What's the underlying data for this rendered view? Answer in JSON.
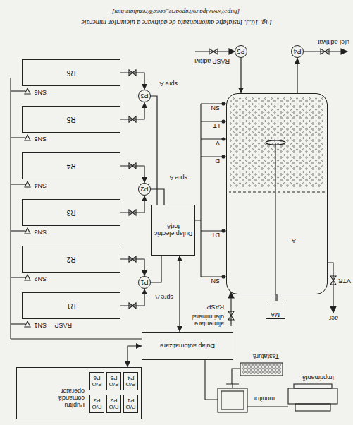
{
  "diagram": {
    "caption": "Fig. 10.3. Instalație automatizată de aditivare a uleiurilor minerale",
    "nodes": [
      {
        "text": [
          "Pupitru comandă operator"
        ]
      },
      {
        "text": [
          "P/O",
          "P1"
        ],
        "in": 0
      },
      {
        "text": [
          "P/O",
          "P2"
        ],
        "in": 0
      },
      {
        "text": [
          "P/O",
          "P3"
        ],
        "in": 0
      },
      {
        "text": [
          "P/O",
          "P4"
        ],
        "in": 0
      },
      {
        "text": [
          "P/O",
          "P5"
        ],
        "in": 0
      },
      {
        "text": [
          "P/O",
          "P6"
        ],
        "in": 0
      },
      {
        "text": [
          "Dulap automatizare"
        ]
      },
      {
        "text": [
          "Dulap electric forță"
        ]
      },
      {
        "text": [
          "R1"
        ]
      },
      {
        "text": [
          "R2"
        ]
      },
      {
        "text": [
          "R3"
        ]
      },
      {
        "text": [
          "R4"
        ]
      },
      {
        "text": [
          "R5"
        ]
      },
      {
        "text": [
          "R6"
        ]
      },
      {
        "text": [
          "P1"
        ]
      },
      {
        "text": [
          "P2"
        ]
      },
      {
        "text": [
          "P3"
        ]
      },
      {
        "text": [
          "A"
        ]
      },
      {
        "text": [
          "M",
          "A"
        ]
      },
      {
        "text": [
          "P4"
        ]
      },
      {
        "text": [
          "P5"
        ]
      }
    ],
    "edges": [
      {
        "from": 0,
        "to": 7,
        "arrow": "both"
      },
      {
        "from": 7,
        "to": 8,
        "arrow": "both"
      },
      {
        "from": 9,
        "to": 15,
        "arrow": "to"
      },
      {
        "from": 10,
        "to": 15,
        "arrow": "to"
      },
      {
        "from": 11,
        "to": 16,
        "arrow": "to"
      },
      {
        "from": 12,
        "to": 16,
        "arrow": "to"
      },
      {
        "from": 13,
        "to": 17,
        "arrow": "to"
      },
      {
        "from": 14,
        "to": 17,
        "arrow": "to"
      },
      {
        "from": 8,
        "to": 15,
        "arrow": "none"
      },
      {
        "from": 8,
        "to": 16,
        "arrow": "none"
      },
      {
        "from": 8,
        "to": 17,
        "arrow": "none"
      },
      {
        "from": 19,
        "to": 18,
        "arrow": "none"
      },
      {
        "from": 18,
        "to": 20,
        "arrow": "to"
      },
      {
        "from": 21,
        "to": 18,
        "arrow": "to"
      }
    ],
    "labels": [
      "Imprimantă",
      "monitor",
      "Tastatură",
      "SN1",
      "SN2",
      "SN3",
      "SN4",
      "SN5",
      "SN6",
      "RASP",
      "spre A",
      "spre A",
      "spre A",
      "SN",
      "DT",
      "D",
      "V",
      "LT",
      "SN",
      "aer",
      "VTR",
      "alimentare ulei mineral",
      "RASP",
      "RASP aditivi",
      "ulei aditivat",
      "[http://www.ipa.ro/rapoarte_ceex/8/rezultate.htm]"
    ]
  }
}
